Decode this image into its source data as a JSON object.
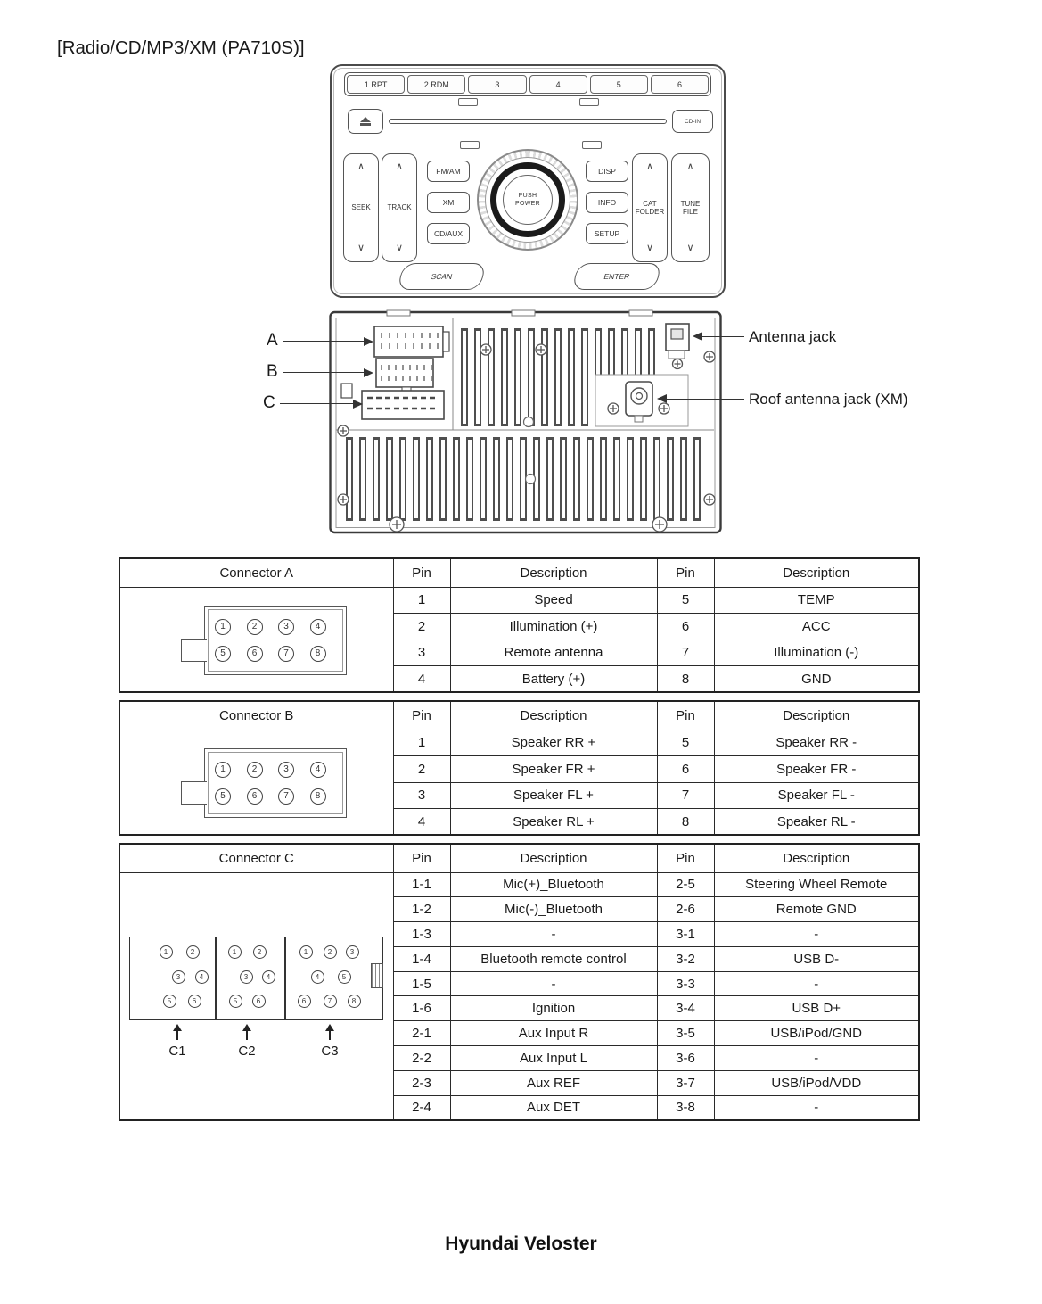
{
  "page": {
    "title": "[Radio/CD/MP3/XM (PA710S)]",
    "footer": "Hyundai Veloster"
  },
  "front_panel": {
    "preset_buttons": [
      "1 RPT",
      "2 RDM",
      "3",
      "4",
      "5",
      "6"
    ],
    "cd_in_label": "CD-IN",
    "chevron_up": "∧",
    "chevron_down": "∨",
    "seek_label": "SEEK",
    "track_label": "TRACK",
    "fm_am_label": "FM/AM",
    "xm_label": "XM",
    "cd_aux_label": "CD/AUX",
    "knob_line1": "PUSH",
    "knob_line2": "POWER",
    "disp_label": "DISP",
    "info_label": "INFO",
    "setup_label": "SETUP",
    "cat_line1": "CAT",
    "cat_line2": "FOLDER",
    "tune_line1": "TUNE",
    "tune_line2": "FILE",
    "scan_label": "SCAN",
    "enter_label": "ENTER"
  },
  "rear_panel": {
    "connector_a_label": "A",
    "connector_b_label": "B",
    "connector_c_label": "C",
    "antenna_jack_label": "Antenna jack",
    "roof_antenna_jack_label": "Roof antenna jack (XM)"
  },
  "tables": {
    "a": {
      "title": "Connector A",
      "headers": [
        "Pin",
        "Description",
        "Pin",
        "Description"
      ],
      "pins": [
        "1",
        "2",
        "3",
        "4",
        "5",
        "6",
        "7",
        "8"
      ],
      "rows": [
        [
          "1",
          "Speed",
          "5",
          "TEMP"
        ],
        [
          "2",
          "Illumination (+)",
          "6",
          "ACC"
        ],
        [
          "3",
          "Remote antenna",
          "7",
          "Illumination (-)"
        ],
        [
          "4",
          "Battery (+)",
          "8",
          "GND"
        ]
      ]
    },
    "b": {
      "title": "Connector B",
      "headers": [
        "Pin",
        "Description",
        "Pin",
        "Description"
      ],
      "pins": [
        "1",
        "2",
        "3",
        "4",
        "5",
        "6",
        "7",
        "8"
      ],
      "rows": [
        [
          "1",
          "Speaker RR +",
          "5",
          "Speaker RR -"
        ],
        [
          "2",
          "Speaker FR +",
          "6",
          "Speaker FR -"
        ],
        [
          "3",
          "Speaker FL +",
          "7",
          "Speaker FL -"
        ],
        [
          "4",
          "Speaker RL +",
          "8",
          "Speaker RL -"
        ]
      ]
    },
    "c": {
      "title": "Connector C",
      "headers": [
        "Pin",
        "Description",
        "Pin",
        "Description"
      ],
      "rows": [
        [
          "1-1",
          "Mic(+)_Bluetooth",
          "2-5",
          "Steering Wheel Remote"
        ],
        [
          "1-2",
          "Mic(-)_Bluetooth",
          "2-6",
          "Remote GND"
        ],
        [
          "1-3",
          "-",
          "3-1",
          "-"
        ],
        [
          "1-4",
          "Bluetooth remote control",
          "3-2",
          "USB D-"
        ],
        [
          "1-5",
          "-",
          "3-3",
          "-"
        ],
        [
          "1-6",
          "Ignition",
          "3-4",
          "USB D+"
        ],
        [
          "2-1",
          "Aux Input R",
          "3-5",
          "USB/iPod/GND"
        ],
        [
          "2-2",
          "Aux Input L",
          "3-6",
          "-"
        ],
        [
          "2-3",
          "Aux REF",
          "3-7",
          "USB/iPod/VDD"
        ],
        [
          "2-4",
          "Aux DET",
          "3-8",
          "-"
        ]
      ],
      "sub_connectors": [
        {
          "label": "C1",
          "pins": [
            "1",
            "2",
            "3",
            "4",
            "5",
            "6"
          ]
        },
        {
          "label": "C2",
          "pins": [
            "1",
            "2",
            "3",
            "4",
            "5",
            "6"
          ]
        },
        {
          "label": "C3",
          "pins": [
            "1",
            "2",
            "3",
            "4",
            "5",
            "6",
            "7",
            "8"
          ]
        }
      ]
    }
  }
}
